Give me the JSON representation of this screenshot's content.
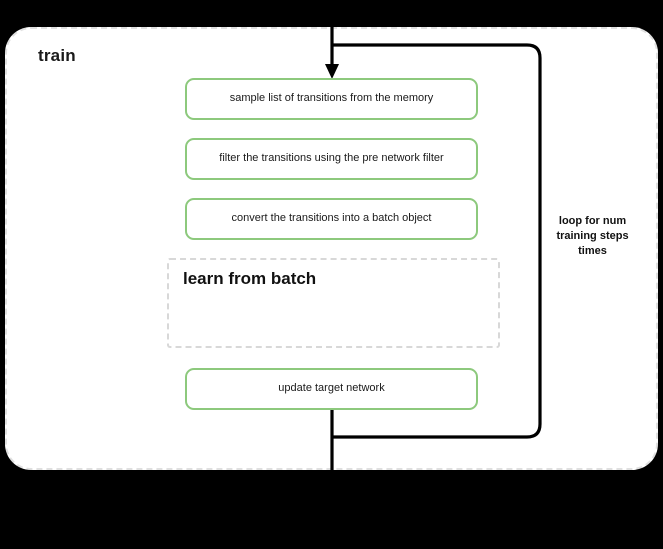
{
  "diagram": {
    "title": "train",
    "scope_label": "train",
    "colors": {
      "process_border": "#8dc97d",
      "process_fill": "#ffffff",
      "scope_border": "#e0e0e0",
      "subgraph_border": "#d8d8d8",
      "edge": "#000000",
      "text": "#1a1a1a",
      "background": "#000000"
    },
    "nodes": [
      {
        "id": "sample",
        "label": "sample list of transitions from the memory",
        "type": "process"
      },
      {
        "id": "filter",
        "label": "filter the transitions using the pre network filter",
        "type": "process"
      },
      {
        "id": "convert",
        "label": "convert the transitions into a batch object",
        "type": "process"
      },
      {
        "id": "learn",
        "label": "learn from batch",
        "type": "subgraph"
      },
      {
        "id": "update",
        "label": "update target network",
        "type": "process"
      }
    ],
    "annotations": [
      {
        "id": "loop",
        "label": "loop for num training steps times"
      }
    ]
  }
}
